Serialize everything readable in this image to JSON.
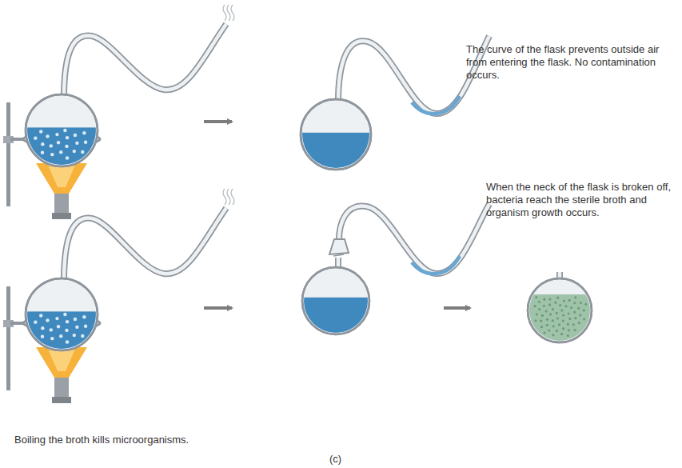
{
  "diagram": {
    "labels": [
      "The curve of the flask prevents outside air from entering the flask. No contamination occurs.",
      "When the neck of the flask is broken off, bacteria reach the sterile broth and organism growth occurs.",
      "Boiling the broth kills microorganisms.",
      "(c)"
    ]
  }
}
